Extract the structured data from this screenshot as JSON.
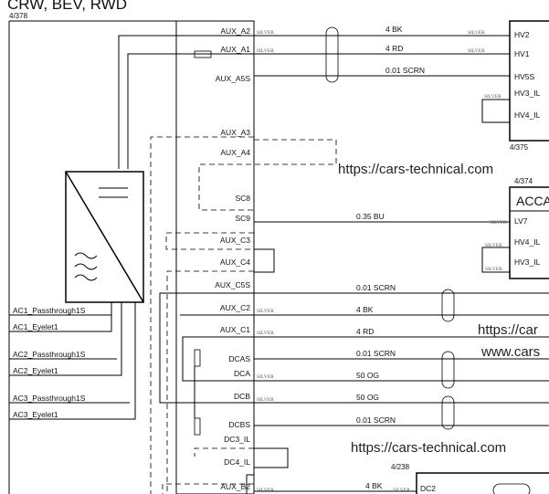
{
  "header": {
    "title": "CRW, BEV, RWD",
    "ref": "4/378"
  },
  "watermarks": [
    "https://cars-technical.com",
    "https://car",
    "www.cars",
    "https://cars-technical.com"
  ],
  "connector_pins": [
    "AUX_A2",
    "AUX_A1",
    "AUX_A5S",
    "AUX_A3",
    "AUX_A4",
    "SC8",
    "SC9",
    "AUX_C3",
    "AUX_C4",
    "AUX_C5S",
    "AUX_C2",
    "AUX_C1",
    "DCAS",
    "DCA",
    "DCB",
    "DCBS",
    "DC3_IL",
    "DC4_IL",
    "AUX_B2"
  ],
  "left_pins": [
    "AC1_Passthrough1S",
    "AC1_Eyelet1",
    "AC2_Passthrough1S",
    "AC2_Eyelet1",
    "AC3_Passthrough1S",
    "AC3_Eyelet1"
  ],
  "silver_label": "SILVER",
  "wires": [
    "4 BK",
    "4 RD",
    "0.01 SCRN",
    "0.35 BU",
    "0.01 SCRN",
    "4 BK",
    "4 RD",
    "0.01 SCRN",
    "50 OG",
    "50 OG",
    "0.01 SCRN",
    "4 BK"
  ],
  "component_375": {
    "ref": "4/375",
    "pins": [
      "HV2",
      "HV1",
      "HV5S",
      "HV3_IL",
      "HV4_IL"
    ]
  },
  "component_374": {
    "ref": "4/374",
    "title": "ACCA",
    "pins": [
      "LV7",
      "HV4_IL",
      "HV3_IL"
    ]
  },
  "component_238": {
    "ref": "4/238",
    "pins": [
      "DC2"
    ]
  }
}
